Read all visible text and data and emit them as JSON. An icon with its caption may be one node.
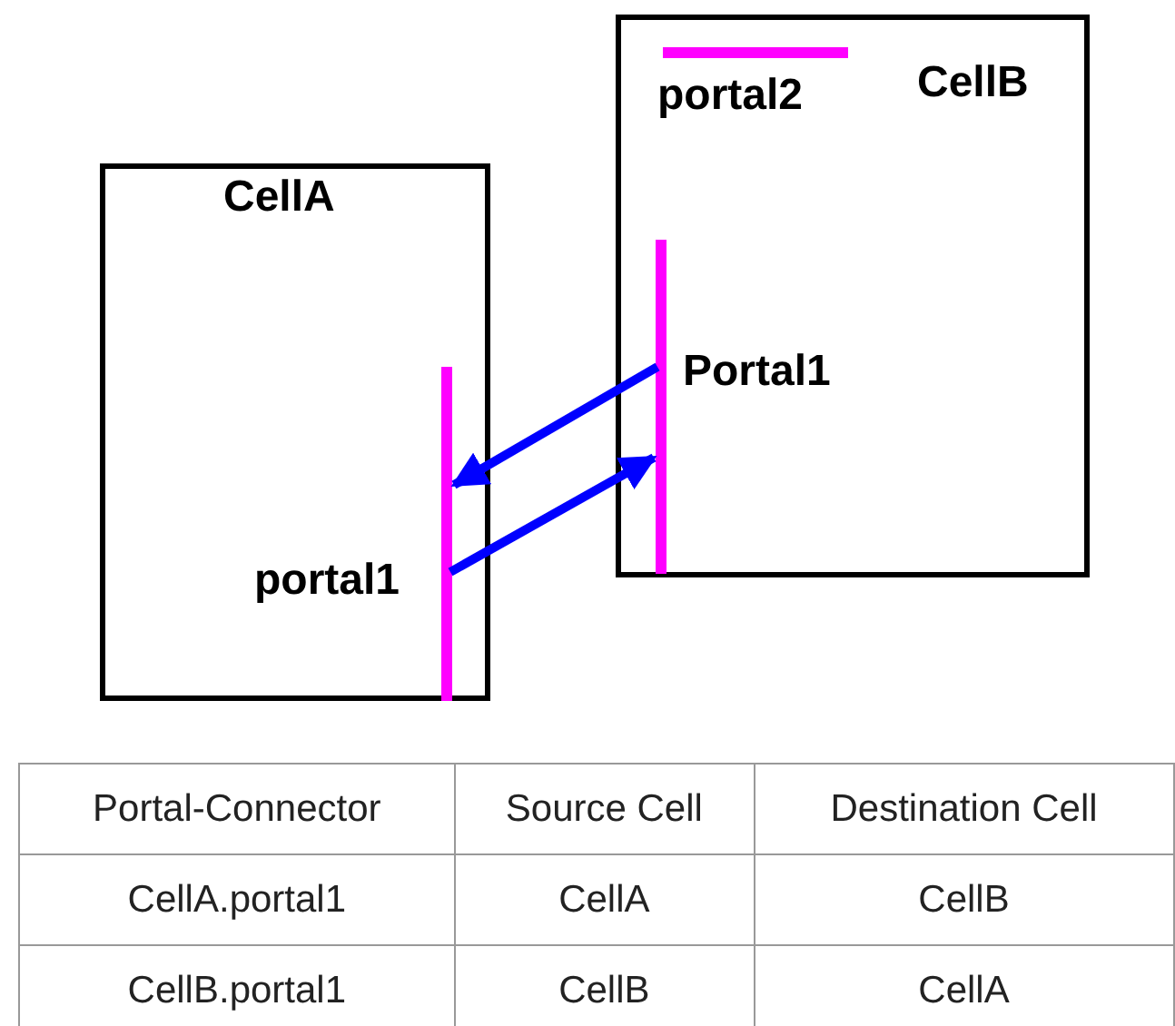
{
  "diagram": {
    "nodes": [
      {
        "text": [
          "CellA"
        ]
      },
      {
        "text": [],
        "shape": "bar",
        "in": 0,
        "beside": [
          "portal1"
        ]
      },
      {
        "text": [
          "CellB"
        ]
      },
      {
        "text": [],
        "shape": "bar",
        "in": 2,
        "beside": [
          "portal2"
        ]
      },
      {
        "text": [],
        "shape": "bar",
        "in": 2,
        "beside": [
          "Portal1"
        ]
      }
    ],
    "edges": [
      {
        "from": 4,
        "to": 1,
        "arrow": "to"
      },
      {
        "from": 1,
        "to": 4,
        "arrow": "to"
      }
    ],
    "labels": [
      "Portal-Connector",
      "Source Cell",
      "Destination Cell",
      "CellA.portal1",
      "CellA",
      "CellB",
      "CellB.portal1",
      "CellB",
      "CellA"
    ]
  }
}
